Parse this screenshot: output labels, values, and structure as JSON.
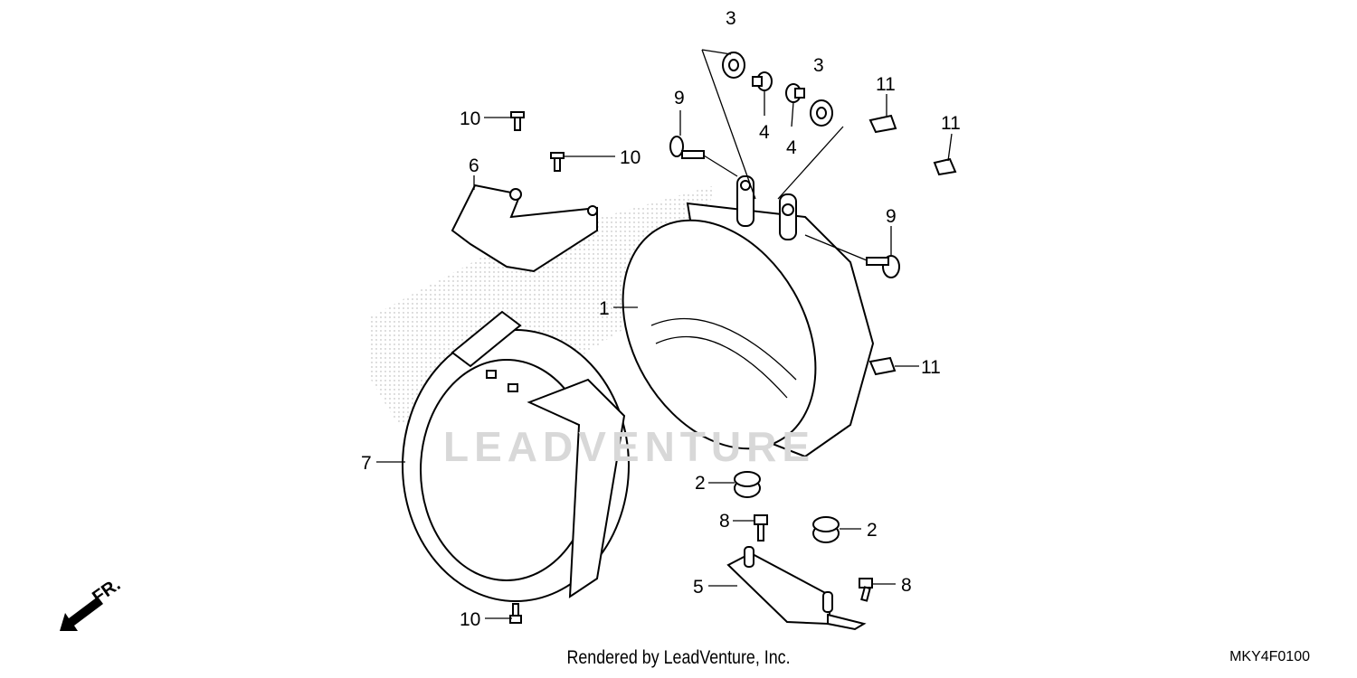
{
  "diagram": {
    "watermark": "LEADVENTURE",
    "direction_marker": "FR.",
    "callouts": [
      {
        "id": "c1",
        "label": "1"
      },
      {
        "id": "c2a",
        "label": "2"
      },
      {
        "id": "c2b",
        "label": "2"
      },
      {
        "id": "c3a",
        "label": "3"
      },
      {
        "id": "c3b",
        "label": "3"
      },
      {
        "id": "c4a",
        "label": "4"
      },
      {
        "id": "c4b",
        "label": "4"
      },
      {
        "id": "c5",
        "label": "5"
      },
      {
        "id": "c6",
        "label": "6"
      },
      {
        "id": "c7",
        "label": "7"
      },
      {
        "id": "c8a",
        "label": "8"
      },
      {
        "id": "c8b",
        "label": "8"
      },
      {
        "id": "c9a",
        "label": "9"
      },
      {
        "id": "c9b",
        "label": "9"
      },
      {
        "id": "c10a",
        "label": "10"
      },
      {
        "id": "c10b",
        "label": "10"
      },
      {
        "id": "c10c",
        "label": "10"
      },
      {
        "id": "c11a",
        "label": "11"
      },
      {
        "id": "c11b",
        "label": "11"
      },
      {
        "id": "c11c",
        "label": "11"
      }
    ]
  },
  "footer": {
    "credit": "Rendered by LeadVenture, Inc.",
    "diagram_code": "MKY4F0100"
  }
}
